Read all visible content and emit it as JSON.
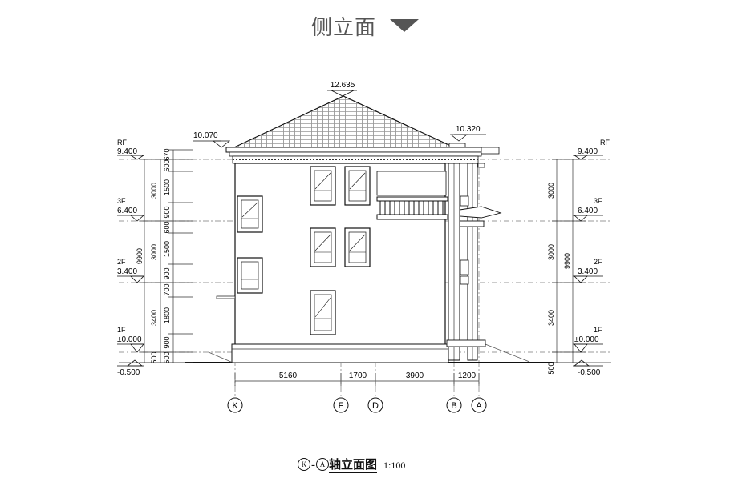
{
  "header": {
    "title": "侧立面"
  },
  "drawing": {
    "top_elevations": [
      {
        "id": "peak",
        "value": "12.635"
      },
      {
        "id": "left-eave",
        "value": "10.070"
      },
      {
        "id": "right-eave",
        "value": "10.320"
      }
    ],
    "levels": [
      {
        "id": "rf",
        "name": "RF",
        "elevation": "9.400"
      },
      {
        "id": "3f",
        "name": "3F",
        "elevation": "6.400"
      },
      {
        "id": "2f",
        "name": "2F",
        "elevation": "3.400"
      },
      {
        "id": "1f",
        "name": "1F",
        "elevation": "±0.000"
      },
      {
        "id": "ground",
        "name": "",
        "elevation": "-0.500"
      }
    ],
    "left_inner_dims": [
      "670",
      "600",
      "1500",
      "900",
      "600",
      "1500",
      "900",
      "700",
      "1800",
      "900",
      "500"
    ],
    "left_storey_dims": [
      "3000",
      "3000",
      "3400",
      "500"
    ],
    "left_total_dim": "9900",
    "right_storey_dims": [
      "3000",
      "3000",
      "3400",
      "500"
    ],
    "right_total_dim": "9900",
    "bottom_dims": [
      "5160",
      "1700",
      "3900",
      "1200"
    ],
    "axes": [
      "K",
      "F",
      "D",
      "B",
      "A"
    ]
  },
  "caption": {
    "axis_from": "K",
    "separator": "-",
    "axis_to": "A",
    "title": "轴立面图",
    "scale": "1:100"
  }
}
